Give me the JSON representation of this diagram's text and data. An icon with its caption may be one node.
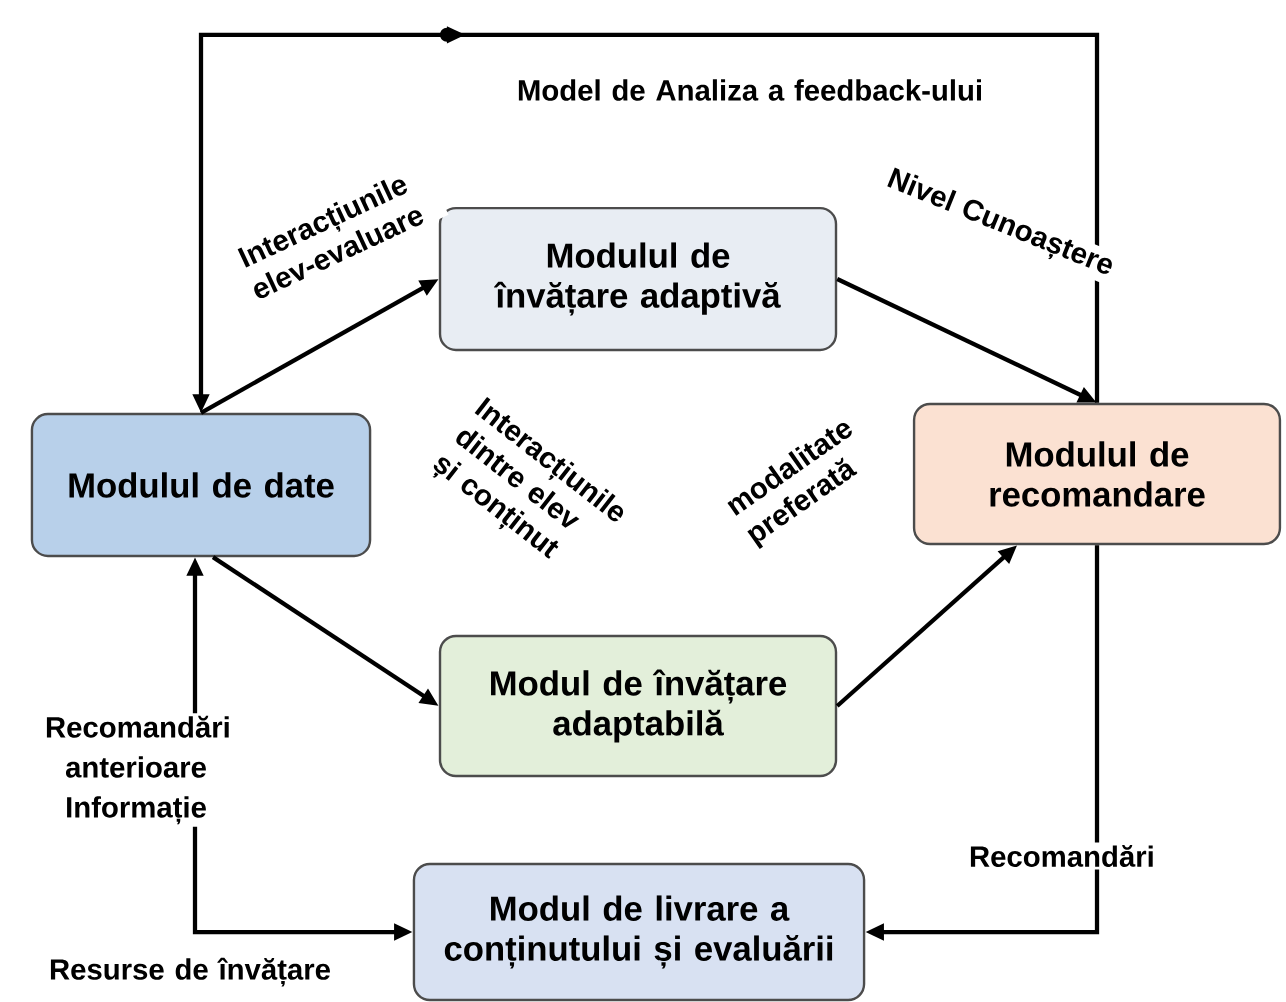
{
  "diagram": {
    "nodes": [
      {
        "text": [
          "Modulul de date"
        ]
      },
      {
        "text": [
          "Modulul de învățare adaptivă"
        ]
      },
      {
        "text": [
          "Modulul de recomandare"
        ]
      },
      {
        "text": [
          "Modul de învățare adaptabilă"
        ]
      },
      {
        "text": [
          "Modul de livrare a conținutului și evaluării"
        ]
      }
    ],
    "edges": [
      {
        "from": 0,
        "to": 1,
        "arrow": "to",
        "label": "Interacțiunile elev-evaluare"
      },
      {
        "from": 1,
        "to": 2,
        "arrow": "to",
        "label": "Nivel Cunoaștere"
      },
      {
        "from": 2,
        "to": 0,
        "arrow": "to",
        "label": "Model de Analiza a feedback-ului"
      },
      {
        "from": 0,
        "to": 3,
        "arrow": "to",
        "label": "Interacțiunile dintre elev și conținut"
      },
      {
        "from": 3,
        "to": 2,
        "arrow": "to",
        "label": "modalitate preferată"
      },
      {
        "from": 2,
        "to": 4,
        "arrow": "to",
        "label": "Recomandări"
      },
      {
        "from": 4,
        "to": 0,
        "arrow": "both",
        "label": "Resurse de învățare"
      }
    ],
    "labels": [
      "Recomandări anterioare Informație"
    ]
  }
}
